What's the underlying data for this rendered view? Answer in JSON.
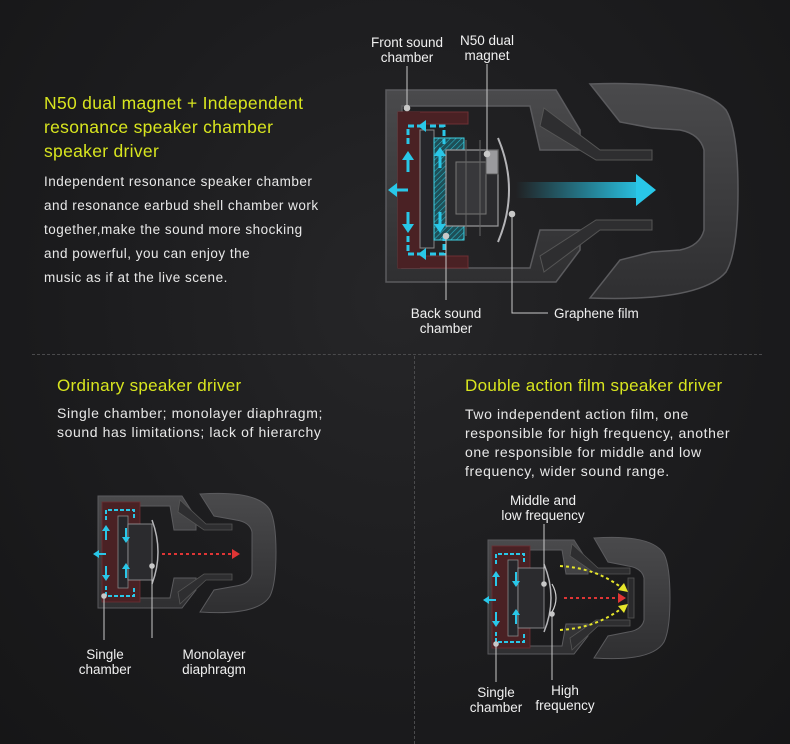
{
  "top": {
    "title_lines": [
      "N50 dual magnet + Independent",
      "resonance speaker chamber",
      "speaker driver"
    ],
    "desc_lines": [
      "Independent resonance speaker chamber",
      "and resonance earbud shell chamber work",
      "together,make the sound more shocking",
      "and powerful, you can enjoy the",
      "music as if  at the live scene."
    ],
    "labels": {
      "front_sound_chamber": [
        "Front sound",
        "chamber"
      ],
      "n50_dual_magnet": [
        "N50 dual",
        "magnet"
      ],
      "back_sound_chamber": [
        "Back sound",
        "chamber"
      ],
      "graphene_film": "Graphene film"
    }
  },
  "left": {
    "title": "Ordinary speaker driver",
    "desc_lines": [
      "Single chamber; monolayer diaphragm;",
      "sound has limitations; lack of hierarchy"
    ],
    "labels": {
      "single_chamber": [
        "Single",
        "chamber"
      ],
      "monolayer_diaphragm": [
        "Monolayer",
        "diaphragm"
      ]
    }
  },
  "right": {
    "title": "Double action film speaker driver",
    "desc_lines": [
      "Two independent action film, one",
      "responsible for high frequency, another",
      "one responsible for middle and low",
      "frequency, wider sound range."
    ],
    "labels": {
      "middle_low_frequency": [
        "Middle and",
        "low frequency"
      ],
      "single_chamber": [
        "Single",
        "chamber"
      ],
      "high_frequency": [
        "High",
        "frequency"
      ]
    }
  },
  "colors": {
    "accent": "#d8e51f",
    "arrow": "#29c7e8",
    "chamber": "#4a2124",
    "shell": "#3a3a3c"
  }
}
